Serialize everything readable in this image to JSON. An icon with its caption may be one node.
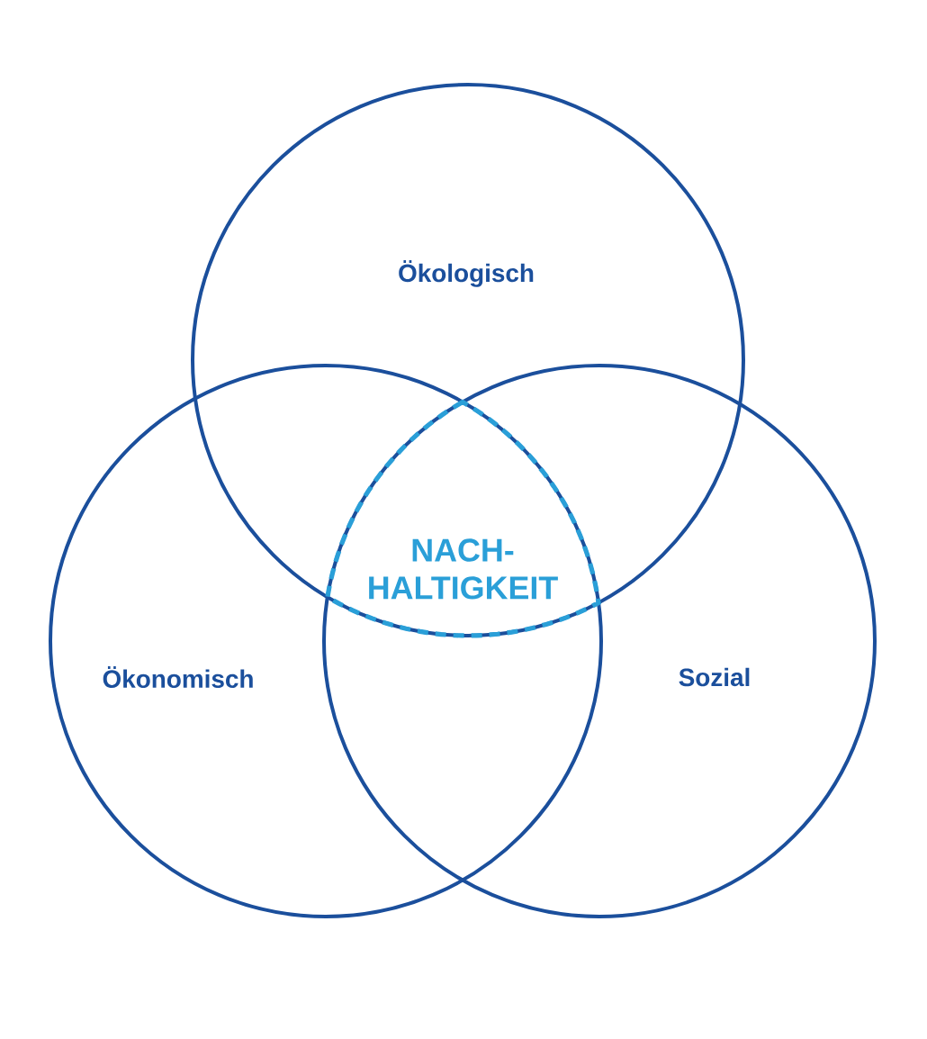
{
  "diagram": {
    "nodes": [
      {
        "text": [
          "Ökologisch"
        ]
      },
      {
        "text": [
          "Ökonomisch"
        ]
      },
      {
        "text": [
          "Sozial"
        ]
      },
      {
        "text": [
          "NACH- HALTIGKEIT"
        ]
      }
    ]
  }
}
